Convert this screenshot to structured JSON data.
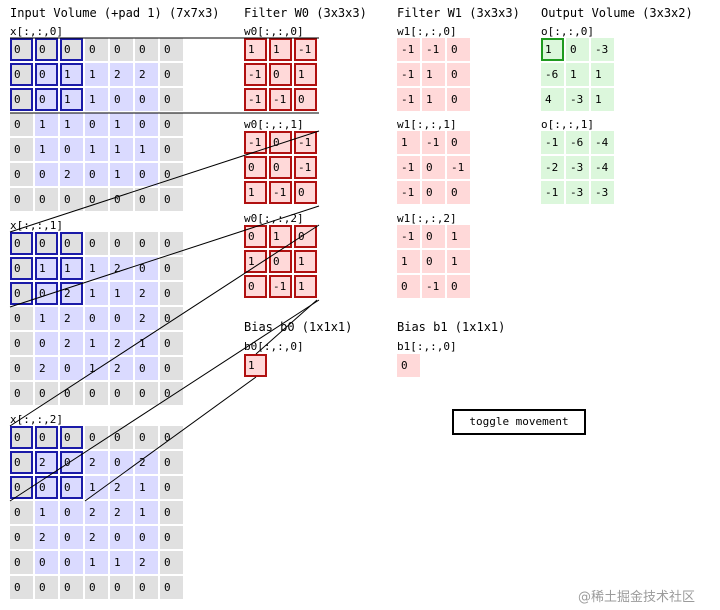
{
  "input": {
    "title": "Input Volume (+pad 1) (7x7x3)",
    "slices": [
      {
        "label": "x[:,:,0]",
        "rows": [
          [
            0,
            0,
            0,
            0,
            0,
            0,
            0
          ],
          [
            0,
            0,
            1,
            1,
            2,
            2,
            0
          ],
          [
            0,
            0,
            1,
            1,
            0,
            0,
            0
          ],
          [
            0,
            1,
            1,
            0,
            1,
            0,
            0
          ],
          [
            0,
            1,
            0,
            1,
            1,
            1,
            0
          ],
          [
            0,
            0,
            2,
            0,
            1,
            0,
            0
          ],
          [
            0,
            0,
            0,
            0,
            0,
            0,
            0
          ]
        ]
      },
      {
        "label": "x[:,:,1]",
        "rows": [
          [
            0,
            0,
            0,
            0,
            0,
            0,
            0
          ],
          [
            0,
            1,
            1,
            1,
            2,
            0,
            0
          ],
          [
            0,
            0,
            2,
            1,
            1,
            2,
            0
          ],
          [
            0,
            1,
            2,
            0,
            0,
            2,
            0
          ],
          [
            0,
            0,
            2,
            1,
            2,
            1,
            0
          ],
          [
            0,
            2,
            0,
            1,
            2,
            0,
            0
          ],
          [
            0,
            0,
            0,
            0,
            0,
            0,
            0
          ]
        ]
      },
      {
        "label": "x[:,:,2]",
        "rows": [
          [
            0,
            0,
            0,
            0,
            0,
            0,
            0
          ],
          [
            0,
            2,
            0,
            2,
            0,
            2,
            0
          ],
          [
            0,
            0,
            0,
            1,
            2,
            1,
            0
          ],
          [
            0,
            1,
            0,
            2,
            2,
            1,
            0
          ],
          [
            0,
            2,
            0,
            2,
            0,
            0,
            0
          ],
          [
            0,
            0,
            0,
            1,
            1,
            2,
            0
          ],
          [
            0,
            0,
            0,
            0,
            0,
            0,
            0
          ]
        ]
      }
    ]
  },
  "filter0": {
    "title": "Filter W0 (3x3x3)",
    "slices": [
      {
        "label": "w0[:,:,0]",
        "rows": [
          [
            1,
            1,
            -1
          ],
          [
            -1,
            0,
            1
          ],
          [
            -1,
            -1,
            0
          ]
        ]
      },
      {
        "label": "w0[:,:,1]",
        "rows": [
          [
            -1,
            0,
            -1
          ],
          [
            0,
            0,
            -1
          ],
          [
            1,
            -1,
            0
          ]
        ]
      },
      {
        "label": "w0[:,:,2]",
        "rows": [
          [
            0,
            1,
            0
          ],
          [
            1,
            0,
            1
          ],
          [
            0,
            -1,
            1
          ]
        ]
      }
    ],
    "bias_title": "Bias b0 (1x1x1)",
    "bias_label": "b0[:,:,0]",
    "bias_value": 1
  },
  "filter1": {
    "title": "Filter W1 (3x3x3)",
    "slices": [
      {
        "label": "w1[:,:,0]",
        "rows": [
          [
            -1,
            -1,
            0
          ],
          [
            -1,
            1,
            0
          ],
          [
            -1,
            1,
            0
          ]
        ]
      },
      {
        "label": "w1[:,:,1]",
        "rows": [
          [
            1,
            -1,
            0
          ],
          [
            -1,
            0,
            -1
          ],
          [
            -1,
            0,
            0
          ]
        ]
      },
      {
        "label": "w1[:,:,2]",
        "rows": [
          [
            -1,
            0,
            1
          ],
          [
            1,
            0,
            1
          ],
          [
            0,
            -1,
            0
          ]
        ]
      }
    ],
    "bias_title": "Bias b1 (1x1x1)",
    "bias_label": "b1[:,:,0]",
    "bias_value": 0
  },
  "output": {
    "title": "Output Volume (3x3x2)",
    "slices": [
      {
        "label": "o[:,:,0]",
        "rows": [
          [
            1,
            0,
            -3
          ],
          [
            -6,
            1,
            1
          ],
          [
            4,
            -3,
            1
          ]
        ]
      },
      {
        "label": "o[:,:,1]",
        "rows": [
          [
            -1,
            -6,
            -4
          ],
          [
            -2,
            -3,
            -4
          ],
          [
            -1,
            -3,
            -3
          ]
        ]
      }
    ]
  },
  "active_position": {
    "row": 0,
    "col": 0
  },
  "toggle_label": "toggle movement",
  "watermark": "@稀土掘金技术社区",
  "colors": {
    "input_cell": "#dadaff",
    "pad_cell": "#e0e0e0",
    "weight_cell": "#ffd9d9",
    "output_cell": "#dcf7dc",
    "input_highlight": "#1a1aa8",
    "weight_highlight": "#b01010",
    "output_highlight": "#1f9a1f"
  }
}
